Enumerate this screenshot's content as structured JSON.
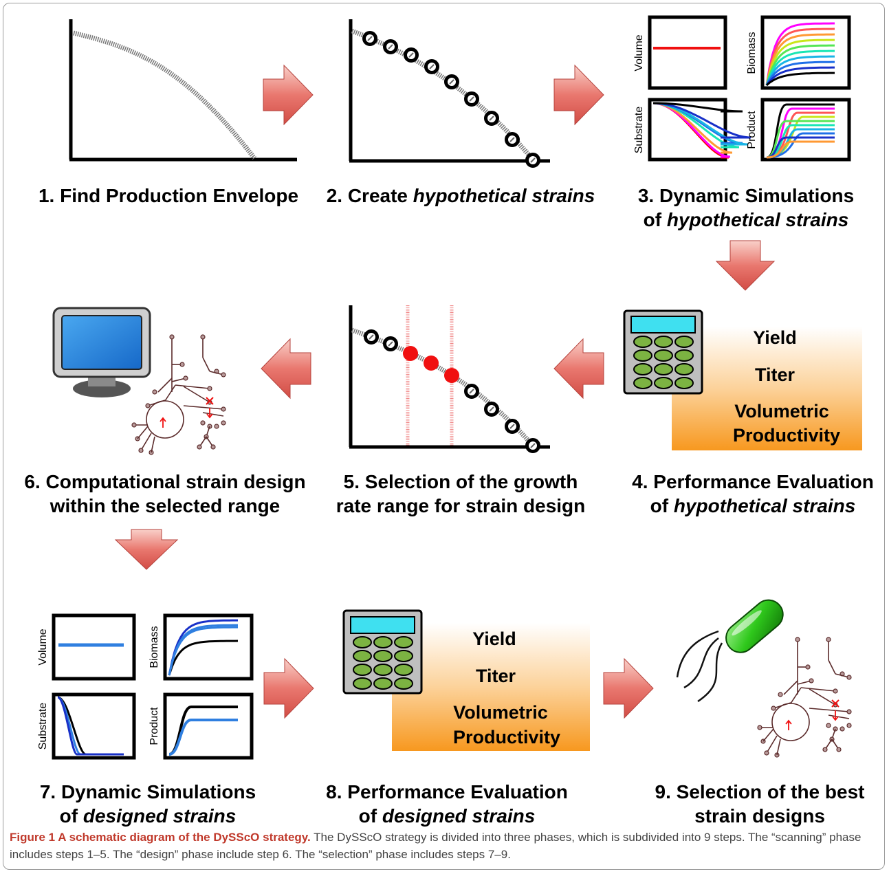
{
  "steps": [
    {
      "line1": "1. Find Production Envelope",
      "line2": ""
    },
    {
      "line1": "2. Create ",
      "line1_italic": "hypothetical strains"
    },
    {
      "line1": "3. Dynamic Simulations",
      "line2_prefix": "of ",
      "line2_italic": "hypothetical strains"
    },
    {
      "line1": "4. Performance Evaluation",
      "line2_prefix": "of ",
      "line2_italic": "hypothetical strains"
    },
    {
      "line1": "5. Selection of the growth",
      "line2": "rate range for strain design"
    },
    {
      "line1": "6. Computational strain design",
      "line2": "within the selected range"
    },
    {
      "line1": "7. Dynamic Simulations",
      "line2_prefix": "of ",
      "line2_italic": "designed strains"
    },
    {
      "line1": "8. Performance Evaluation",
      "line2_prefix": "of ",
      "line2_italic": "designed strains"
    },
    {
      "line1": "9. Selection of the best",
      "line2": "strain designs"
    }
  ],
  "plot_labels": {
    "volume": "Volume",
    "biomass": "Biomass",
    "substrate": "Substrate",
    "product": "Product"
  },
  "metrics": {
    "yield": "Yield",
    "titer": "Titer",
    "vol1": "Volumetric",
    "vol2": "Productivity"
  },
  "legend": {
    "title": "Figure 1 A schematic diagram of the DySScO strategy.",
    "text": "The DySScO strategy is divided into three phases, which is subdivided into 9 steps. The “scanning” phase includes steps 1–5. The “design” phase include step 6. The “selection” phase includes steps 7–9."
  },
  "colors": {
    "arrow_fill": "#e8726c",
    "arrow_light": "#f7c9c3",
    "panel_orange": "#f7a02e",
    "display_cyan": "#3fe0f0",
    "key_green": "#7cb342",
    "bacterium_green": "#2fc81c",
    "selection_red": "#f01010"
  }
}
